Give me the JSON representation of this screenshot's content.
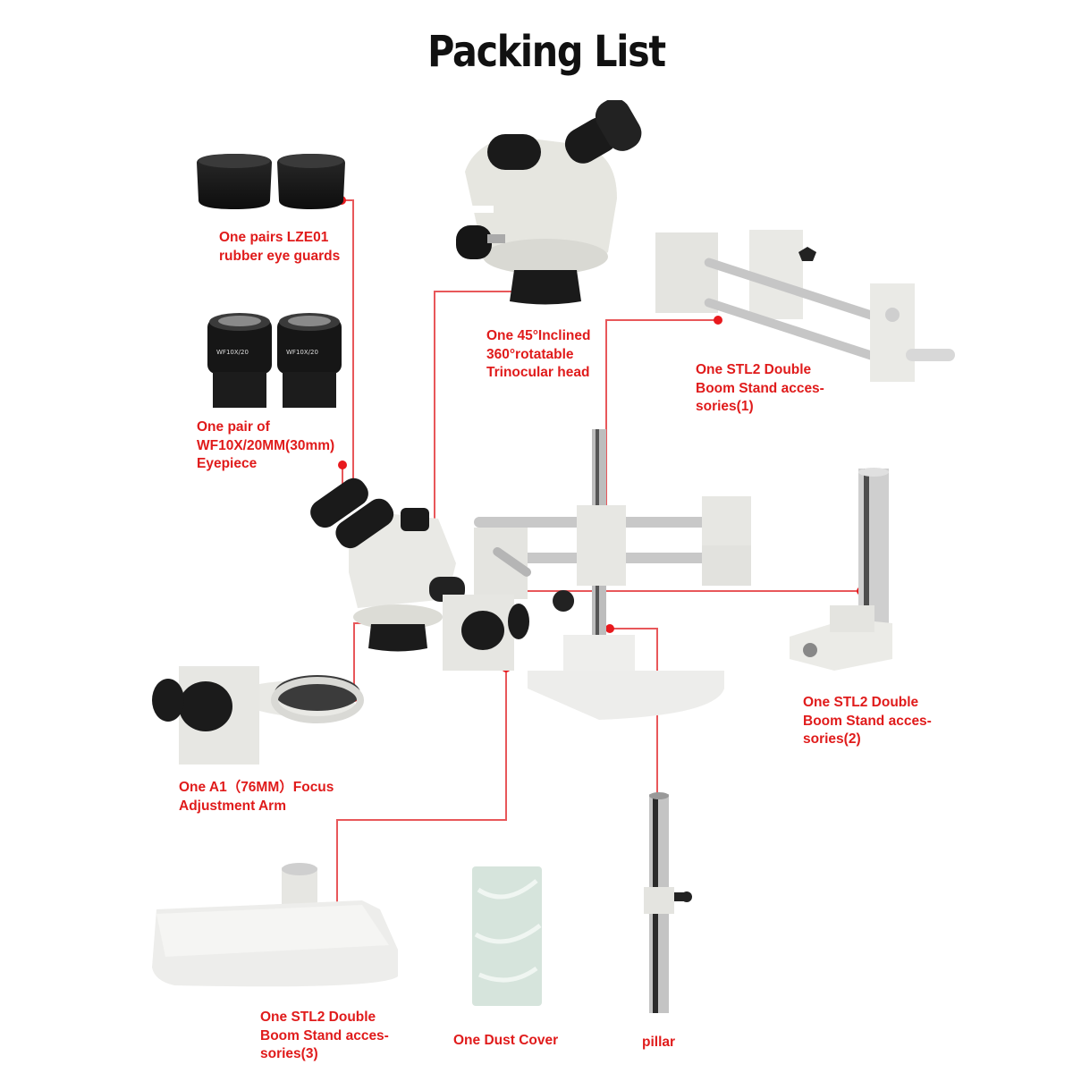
{
  "page": {
    "title": "Packing List",
    "accent_color": "#e01b1b",
    "line_color": "#e8575a"
  },
  "items": [
    {
      "id": "eye-guards",
      "lines": [
        "One pairs LZE01",
        "rubber eye guards"
      ]
    },
    {
      "id": "eyepiece",
      "lines": [
        "One pair of",
        "WF10X/20MM(30mm)",
        "Eyepiece"
      ],
      "engraving": "WF10X/20"
    },
    {
      "id": "trinocular-head",
      "lines": [
        "One 45°Inclined",
        "360°rotatable",
        "Trinocular head"
      ]
    },
    {
      "id": "boom-accessories-1",
      "lines": [
        "One STL2 Double",
        "Boom Stand acces-",
        "sories(1)"
      ]
    },
    {
      "id": "boom-accessories-2",
      "lines": [
        "One STL2 Double",
        "Boom Stand acces-",
        "sories(2)"
      ]
    },
    {
      "id": "focus-arm",
      "lines": [
        "One A1（76MM）Focus",
        "Adjustment Arm"
      ]
    },
    {
      "id": "boom-accessories-3",
      "lines": [
        "One STL2 Double",
        "Boom Stand acces-",
        "sories(3)"
      ]
    },
    {
      "id": "dust-cover",
      "lines": [
        "One Dust Cover"
      ]
    },
    {
      "id": "pillar",
      "lines": [
        "pillar"
      ]
    }
  ]
}
